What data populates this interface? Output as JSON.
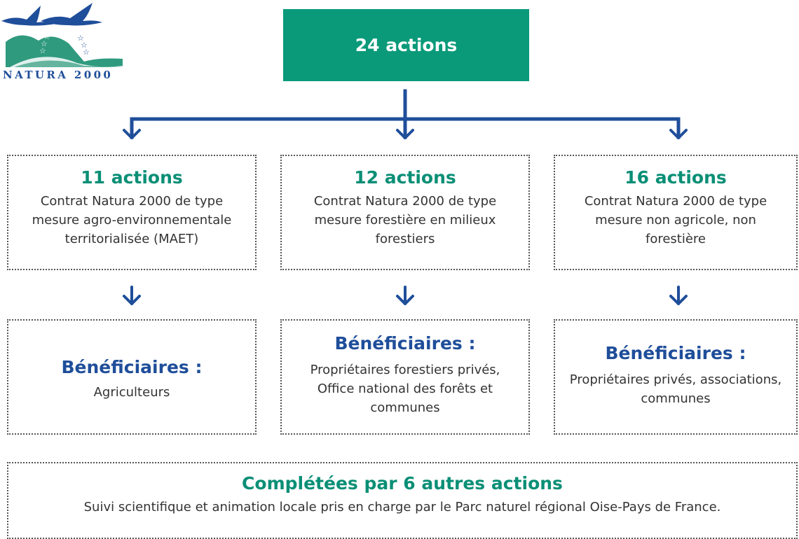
{
  "logo": {
    "text": "NATURA 2000"
  },
  "top": {
    "label": "24 actions"
  },
  "columns": [
    {
      "title": "11 actions",
      "desc": [
        "Contrat Natura 2000 de type",
        "mesure agro-environnementale",
        "territorialisée (MAET)"
      ],
      "beneficiaires_title": "Bénéficiaires :",
      "beneficiaires": [
        "Agriculteurs"
      ]
    },
    {
      "title": "12 actions",
      "desc": [
        "Contrat Natura 2000 de type",
        "mesure forestière en milieux",
        "forestiers"
      ],
      "beneficiaires_title": "Bénéficiaires :",
      "beneficiaires": [
        "Propriétaires forestiers privés,",
        "Office national des forêts et",
        "communes"
      ]
    },
    {
      "title": "16 actions",
      "desc": [
        "Contrat Natura 2000 de type",
        "mesure non agricole, non",
        "forestière"
      ],
      "beneficiaires_title": "Bénéficiaires :",
      "beneficiaires": [
        "Propriétaires privés, associations,",
        "communes"
      ]
    }
  ],
  "bottom": {
    "title": "Complétées par 6 autres actions",
    "text": "Suivi scientifique et animation locale pris en charge par le Parc naturel régional Oise-Pays de France."
  },
  "colors": {
    "green": "#0a9a7a",
    "blue": "#1f4e9a",
    "border": "#555555"
  }
}
